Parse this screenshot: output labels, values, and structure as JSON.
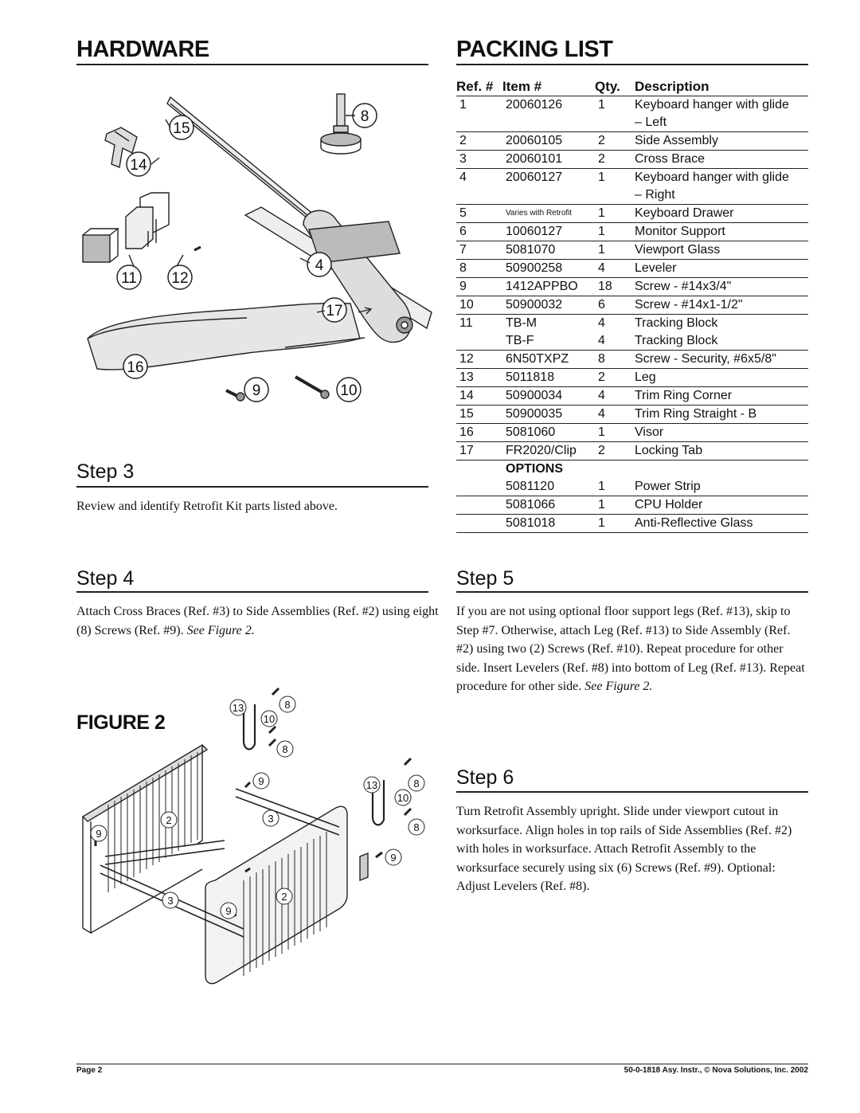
{
  "hardware": {
    "title": "HARDWARE",
    "callouts": [
      "15",
      "8",
      "14",
      "11",
      "12",
      "4",
      "17",
      "16",
      "9",
      "10"
    ]
  },
  "packing": {
    "title": "PACKING LIST",
    "headers": {
      "ref": "Ref. #",
      "item": "Item #",
      "qty": "Qty.",
      "desc": "Description"
    },
    "rows": [
      {
        "ref": "1",
        "item": "20060126",
        "qty": "1",
        "desc": "Keyboard hanger with glide"
      },
      {
        "ref": "",
        "item": "",
        "qty": "",
        "desc": "– Left"
      },
      {
        "ref": "2",
        "item": "20060105",
        "qty": "2",
        "desc": "Side Assembly"
      },
      {
        "ref": "3",
        "item": "20060101",
        "qty": "2",
        "desc": "Cross Brace"
      },
      {
        "ref": "4",
        "item": "20060127",
        "qty": "1",
        "desc": "Keyboard hanger with glide"
      },
      {
        "ref": "",
        "item": "",
        "qty": "",
        "desc": "– Right"
      },
      {
        "ref": "5",
        "item": "Varies with Retrofit",
        "qty": "1",
        "desc": "Keyboard Drawer"
      },
      {
        "ref": "6",
        "item": "10060127",
        "qty": "1",
        "desc": "Monitor Support"
      },
      {
        "ref": "7",
        "item": "5081070",
        "qty": "1",
        "desc": "Viewport Glass"
      },
      {
        "ref": "8",
        "item": "50900258",
        "qty": "4",
        "desc": "Leveler"
      },
      {
        "ref": "9",
        "item": "1412APPBO",
        "qty": "18",
        "desc": "Screw - #14x3/4\""
      },
      {
        "ref": "10",
        "item": "50900032",
        "qty": "6",
        "desc": "Screw - #14x1-1/2\""
      },
      {
        "ref": "11",
        "item": "TB-M",
        "qty": "4",
        "desc": "Tracking Block"
      },
      {
        "ref": "",
        "item": "TB-F",
        "qty": "4",
        "desc": "Tracking Block"
      },
      {
        "ref": "12",
        "item": "6N50TXPZ",
        "qty": "8",
        "desc": "Screw - Security, #6x5/8\""
      },
      {
        "ref": "13",
        "item": "5011818",
        "qty": "2",
        "desc": "Leg"
      },
      {
        "ref": "14",
        "item": "50900034",
        "qty": "4",
        "desc": "Trim Ring Corner"
      },
      {
        "ref": "15",
        "item": "50900035",
        "qty": "4",
        "desc": "Trim Ring Straight - B"
      },
      {
        "ref": "16",
        "item": "5081060",
        "qty": "1",
        "desc": "Visor"
      },
      {
        "ref": "17",
        "item": "FR2020/Clip",
        "qty": "2",
        "desc": "Locking Tab"
      }
    ],
    "options_label": "OPTIONS",
    "options": [
      {
        "item": "5081120",
        "qty": "1",
        "desc": "Power Strip"
      },
      {
        "item": "5081066",
        "qty": "1",
        "desc": "CPU Holder"
      },
      {
        "item": "5081018",
        "qty": "1",
        "desc": "Anti-Reflective Glass"
      }
    ]
  },
  "step3": {
    "title": "Step 3",
    "text": "Review and identify Retrofit Kit parts listed above."
  },
  "step4": {
    "title": "Step 4",
    "text": "Attach Cross Braces (Ref. #3) to Side Assemblies (Ref. #2) using eight (8) Screws (Ref. #9).",
    "see": "See Figure 2."
  },
  "step5": {
    "title": "Step 5",
    "text": "If you are not using optional floor support legs (Ref. #13), skip to Step #7. Otherwise, attach Leg (Ref. #13) to Side Assembly (Ref. #2) using two (2) Screws (Ref. #10). Repeat procedure for other side. Insert Levelers (Ref. #8) into bottom of Leg (Ref. #13). Repeat procedure for other side.",
    "see": "See Figure 2."
  },
  "step6": {
    "title": "Step 6",
    "text": "Turn Retrofit Assembly upright. Slide under viewport cutout in worksurface. Align holes in top rails of Side Assemblies (Ref. #2) with holes in worksurface. Attach Retrofit Assembly to the worksurface securely using six (6) Screws (Ref. #9). Optional: Adjust Levelers (Ref. #8)."
  },
  "figure2": {
    "title": "FIGURE 2",
    "callouts": [
      "13",
      "8",
      "10",
      "8",
      "9",
      "13",
      "8",
      "10",
      "8",
      "2",
      "3",
      "9",
      "9",
      "3",
      "2",
      "9"
    ]
  },
  "footer": {
    "left": "Page 2",
    "right": "50-0-1818 Asy. Instr., © Nova Solutions, Inc. 2002"
  }
}
